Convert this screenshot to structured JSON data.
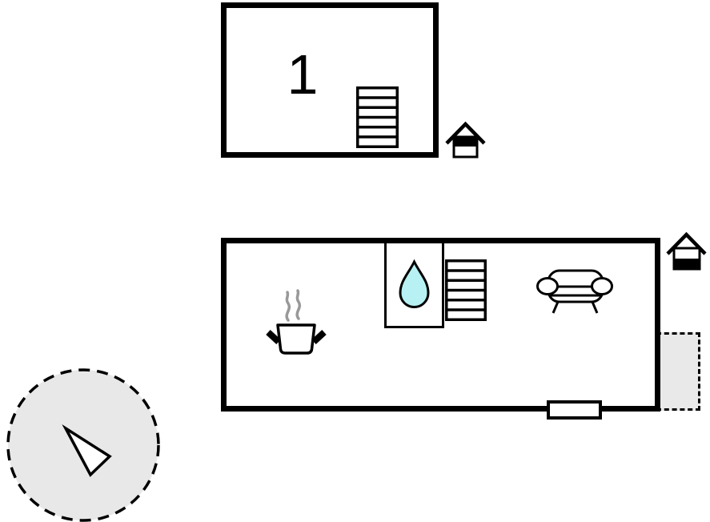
{
  "colors": {
    "wall": "#000000",
    "water_drop_fill": "#b7f1f3",
    "steam": "#999999",
    "area_fill": "#e8e8e8",
    "background": "#ffffff"
  },
  "upper_floor": {
    "room_label": "1",
    "icons": [
      "staircase-icon",
      "entrance-house-icon"
    ]
  },
  "ground_floor": {
    "icons": [
      "cooking-pot-icon",
      "steam-icon",
      "water-drop-icon",
      "staircase-icon",
      "sofa-icon",
      "entrance-house-icon"
    ],
    "features": [
      "window",
      "terrace-dashed-area"
    ]
  },
  "compass": {
    "icon": "north-arrow-icon"
  }
}
